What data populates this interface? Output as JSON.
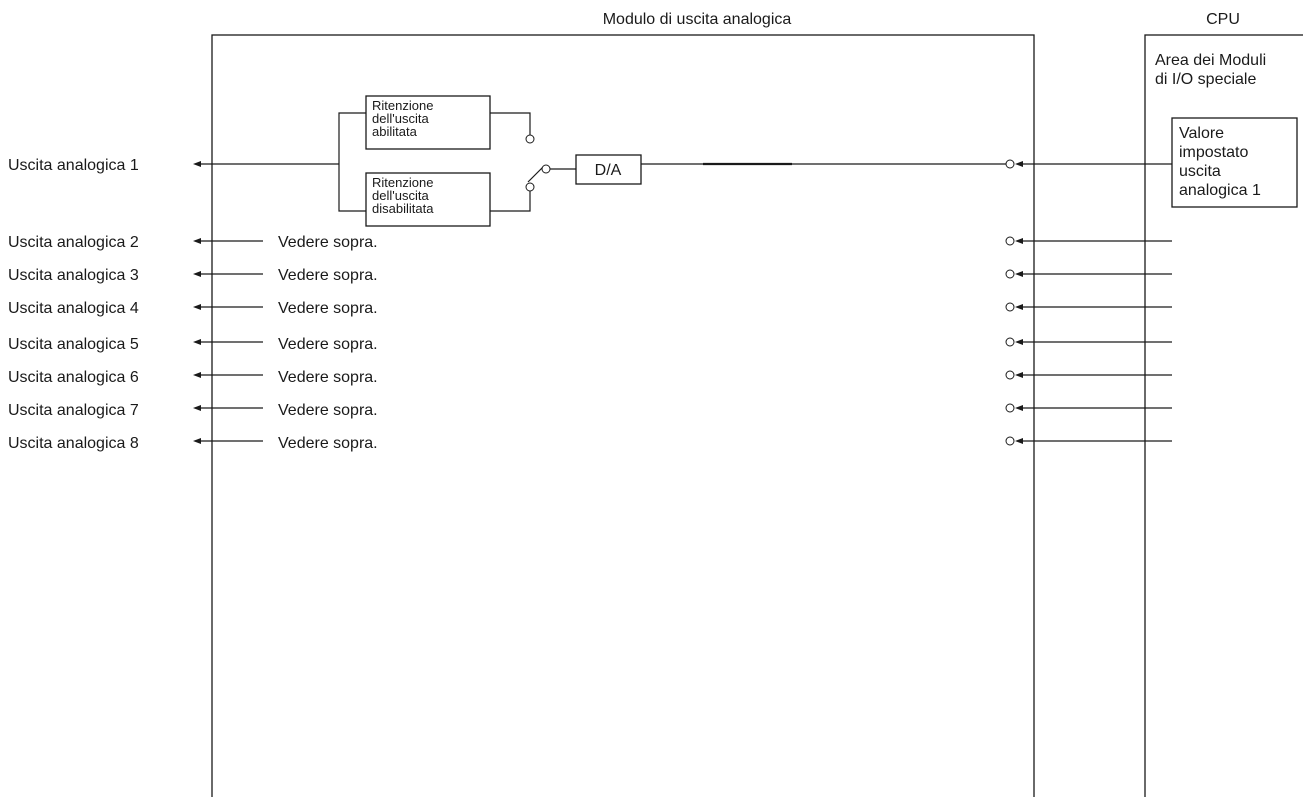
{
  "module_title": "Modulo di uscita analogica",
  "cpu_title": "CPU",
  "cpu_area": [
    "Area dei Moduli",
    "di I/O speciale"
  ],
  "setpoint_box": [
    "Valore",
    "impostato",
    "uscita",
    "analogica 1"
  ],
  "hold_enabled": [
    "Ritenzione",
    "dell'uscita",
    "abilitata"
  ],
  "hold_disabled": [
    "Ritenzione",
    "dell'uscita",
    "disabilitata"
  ],
  "converter": "D/A",
  "outputs": [
    {
      "label": "Uscita analogica 1",
      "note": ""
    },
    {
      "label": "Uscita analogica 2",
      "note": "Vedere sopra."
    },
    {
      "label": "Uscita analogica 3",
      "note": "Vedere sopra."
    },
    {
      "label": "Uscita analogica 4",
      "note": "Vedere sopra."
    },
    {
      "label": "Uscita analogica 5",
      "note": "Vedere sopra."
    },
    {
      "label": "Uscita analogica 6",
      "note": "Vedere sopra."
    },
    {
      "label": "Uscita analogica 7",
      "note": "Vedere sopra."
    },
    {
      "label": "Uscita analogica 8",
      "note": "Vedere sopra."
    }
  ]
}
